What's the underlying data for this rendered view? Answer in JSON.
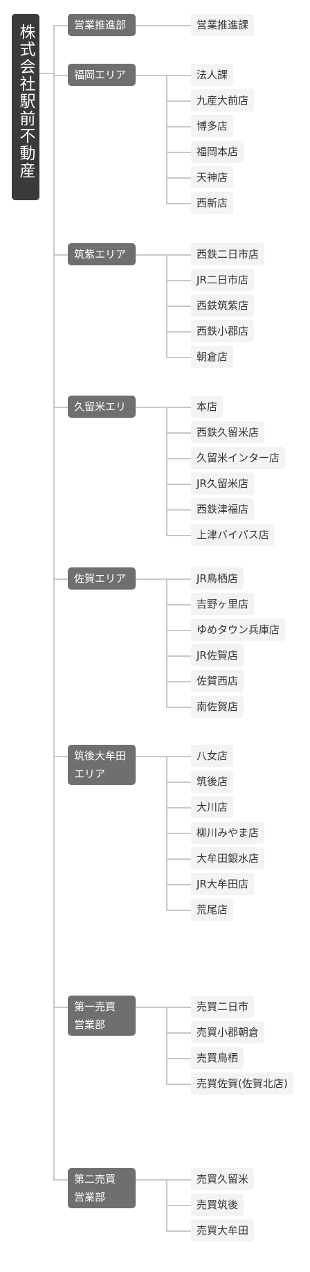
{
  "company": "株式会社駅前不動産",
  "departments": [
    {
      "name": "営業推進部",
      "stores": [
        "営業推進課"
      ]
    },
    {
      "name": "福岡エリア",
      "stores": [
        "法人課",
        "九産大前店",
        "博多店",
        "福岡本店",
        "天神店",
        "西新店"
      ]
    },
    {
      "name": "筑紫エリア",
      "stores": [
        "西鉄二日市店",
        "JR二日市店",
        "西鉄筑紫店",
        "西鉄小郡店",
        "朝倉店"
      ]
    },
    {
      "name": "久留米エリア",
      "stores": [
        "本店",
        "西鉄久留米店",
        "久留米インター店",
        "JR久留米店",
        "西鉄津福店",
        "上津バイパス店"
      ]
    },
    {
      "name": "佐賀エリア",
      "stores": [
        "JR鳥栖店",
        "吉野ヶ里店",
        "ゆめタウン兵庫店",
        "JR佐賀店",
        "佐賀西店",
        "南佐賀店"
      ]
    },
    {
      "name": "筑後大牟田\nエリア",
      "stores": [
        "八女店",
        "筑後店",
        "大川店",
        "柳川みやま店",
        "大牟田銀水店",
        "JR大牟田店",
        "荒尾店"
      ]
    },
    {
      "name": "第一売買\n営業部",
      "stores": [
        "売買二日市",
        "売買小郡朝倉",
        "売買鳥栖",
        "売買佐賀(佐賀北店)"
      ]
    },
    {
      "name": "第二売買\n営業部",
      "stores": [
        "売買久留米",
        "売買筑後",
        "売買大牟田"
      ]
    }
  ]
}
